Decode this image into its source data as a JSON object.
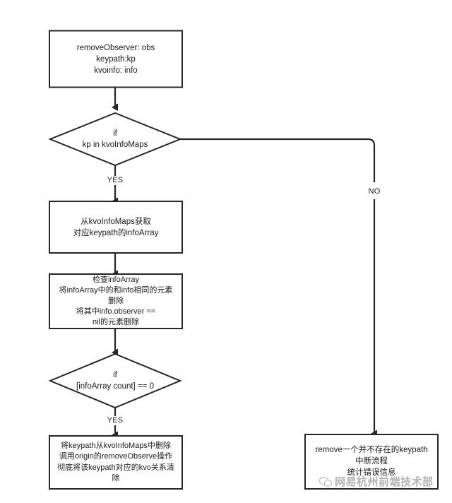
{
  "diagram": {
    "type": "flowchart",
    "title": "removeObserver KVO flow",
    "nodes": [
      {
        "id": "start",
        "shape": "process",
        "text": "removeObserver:  obs\nkeypath:kp\nkvoinfo: info"
      },
      {
        "id": "decision1",
        "shape": "decision",
        "text": "if\nkp in kvoInfoMaps"
      },
      {
        "id": "fetch",
        "shape": "process",
        "text": "从kvoInfoMaps获取\n对应keypath的infoArray"
      },
      {
        "id": "check",
        "shape": "process",
        "text": "检查infoArray\n将infoArray中的和info相同的元素\n删除\n将其中info.observer ==\nnil的元素删除"
      },
      {
        "id": "decision2",
        "shape": "decision",
        "text": "if\n[infoArray count] == 0"
      },
      {
        "id": "cleanup",
        "shape": "process",
        "text": "将keypath从kvoInfoMaps中删除\n调用origin的removeObserve操作\n彻底将该keypath对应的kvo关系清\n除"
      },
      {
        "id": "error",
        "shape": "process",
        "text": "remove一个并不存在的keypath\n中断流程\n统计错误信息"
      }
    ],
    "edges": [
      {
        "id": "e-start-d1",
        "from": "start",
        "to": "decision1",
        "label": ""
      },
      {
        "id": "e-d1-yes",
        "from": "decision1",
        "to": "fetch",
        "label": "YES"
      },
      {
        "id": "e-d1-no",
        "from": "decision1",
        "to": "error",
        "label": "NO"
      },
      {
        "id": "e-fetch-check",
        "from": "fetch",
        "to": "check",
        "label": ""
      },
      {
        "id": "e-check-d2",
        "from": "check",
        "to": "decision2",
        "label": ""
      },
      {
        "id": "e-d2-yes",
        "from": "decision2",
        "to": "cleanup",
        "label": "YES"
      }
    ],
    "colors": {
      "stroke": "#262626",
      "fill": "#ffffff",
      "text": "#1a1a1a"
    }
  },
  "watermark": {
    "text": "网易杭州前端技术部",
    "icon": "wechat-icon"
  }
}
